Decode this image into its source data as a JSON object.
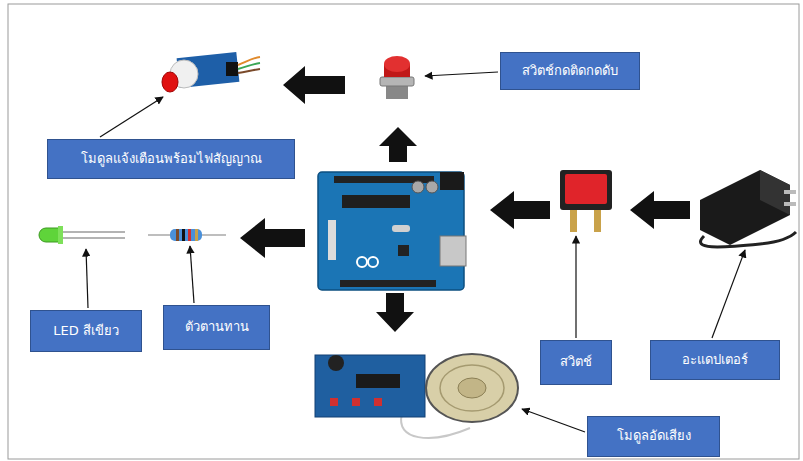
{
  "diagram": {
    "nodes": [
      {
        "text": [
          "สวิตช์กดติดกดดับ"
        ]
      },
      {
        "text": [
          "โมดูลแจ้งเตือนพร้อมไฟสัญญาณ"
        ]
      },
      {
        "text": [
          "LED สีเขียว"
        ]
      },
      {
        "text": [
          "ตัวตานทาน"
        ]
      },
      {
        "text": [
          "สวิตช์"
        ]
      },
      {
        "text": [
          "อะแดปเตอร์"
        ]
      },
      {
        "text": [
          "โมดูลอัดเสียง"
        ]
      }
    ]
  }
}
